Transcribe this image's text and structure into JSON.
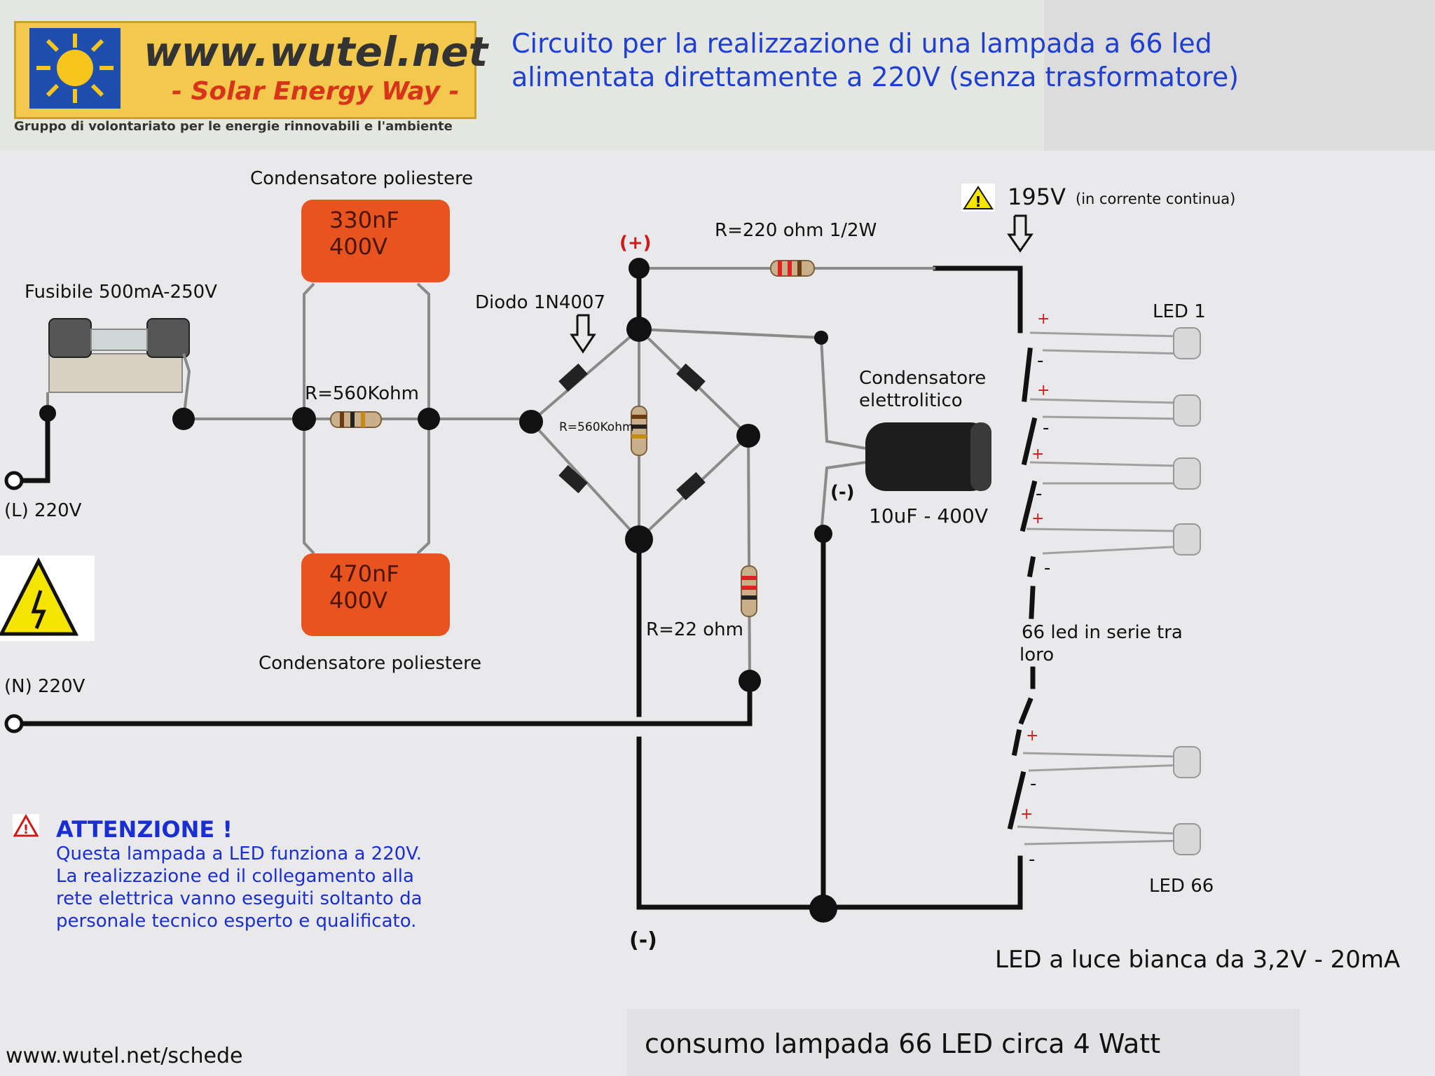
{
  "logo": {
    "url": "www.wutel.net",
    "tagline": "- Solar Energy Way -",
    "subtitle": "Gruppo di volontariato per le energie rinnovabili e l'ambiente"
  },
  "title": {
    "line1": "Circuito per la realizzazione di una lampada a  66 led",
    "line2": "alimentata direttamente a 220V (senza trasformatore)"
  },
  "labels": {
    "cap_top_title": "Condensatore poliestere",
    "cap_top_value1": "330nF",
    "cap_top_value2": "400V",
    "cap_bottom_title": "Condensatore poliestere",
    "cap_bottom_value1": "470nF",
    "cap_bottom_value2": "400V",
    "fuse": "Fusibile 500mA-250V",
    "r560_main": "R=560Kohm",
    "r560_bridge": "R=560Kohm",
    "diode": "Diodo 1N4007",
    "r220": "R=220 ohm 1/2W",
    "plus": "(+)",
    "minus_cap": "(-)",
    "minus_bottom": "(-)",
    "voltage": "195V",
    "voltage_note": "(in corrente continua)",
    "electrolytic1": "Condensatore",
    "electrolytic2": "elettrolitico",
    "electrolytic_value": "10uF - 400V",
    "r22": "R=22 ohm",
    "line_L": "(L) 220V",
    "line_N": "(N) 220V",
    "led1": "LED 1",
    "led66": "LED 66",
    "series1": "66 led in serie tra",
    "series2": "loro",
    "led_plus": "+",
    "led_minus": "-"
  },
  "warning": {
    "title": "ATTENZIONE !",
    "line1": "Questa lampada a LED funziona a 220V.",
    "line2": "La realizzazione ed il collegamento alla",
    "line3": "rete elettrica vanno eseguiti soltanto da",
    "line4": "personale tecnico esperto e qualificato."
  },
  "led_spec": "LED a luce bianca da 3,2V - 20mA",
  "consumption": "consumo lampada 66 LED circa 4 Watt",
  "footer_url": "www.wutel.net/schede",
  "colors": {
    "title": "#1f3fd0",
    "warning": "#1a2fd1",
    "capacitor": "#e8541f",
    "logo_bg": "#f2c94c"
  }
}
